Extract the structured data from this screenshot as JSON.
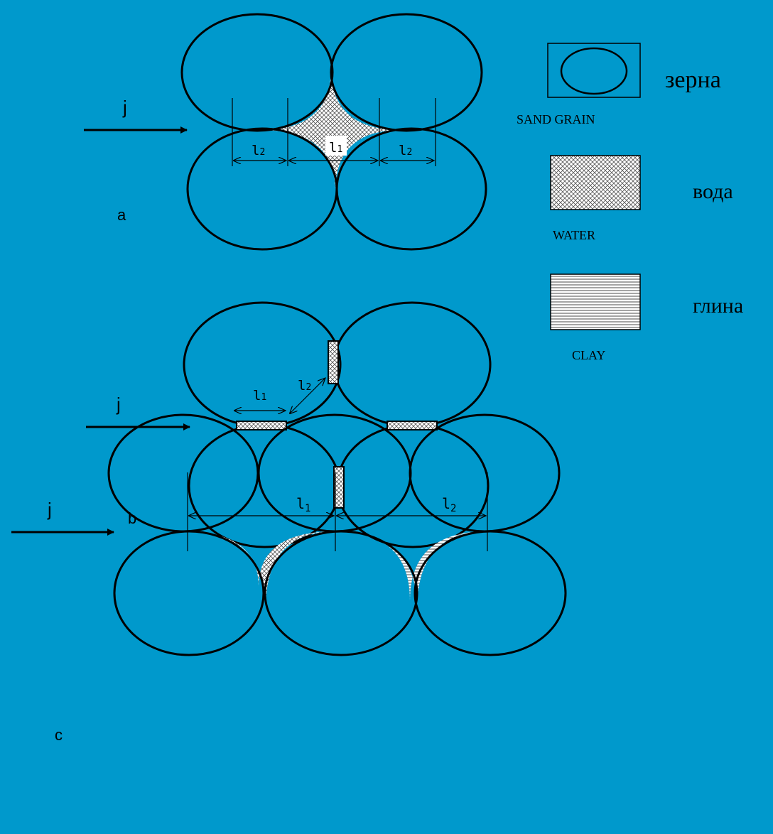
{
  "panel_a": {
    "label": "a",
    "flux": "j",
    "l1": "l",
    "l1_sub": "1",
    "l2": "l",
    "l2_sub": "2"
  },
  "panel_b": {
    "label": "b",
    "flux": "j",
    "l1": "l",
    "l1_sub": "1",
    "l2": "l",
    "l2_sub": "2"
  },
  "panel_c": {
    "label": "c",
    "flux": "j",
    "l1": "l",
    "l1_sub": "1",
    "l2": "l",
    "l2_sub": "2"
  },
  "legend": {
    "sand": {
      "label_en": "SAND GRAIN",
      "label_ru": "зерна"
    },
    "water": {
      "label_en": "WATER",
      "label_ru": "вода"
    },
    "clay": {
      "label_en": "CLAY",
      "label_ru": "глина"
    }
  },
  "colors": {
    "background": "#0099cc",
    "water_fill": "#ffffff",
    "outline": "#000000"
  }
}
